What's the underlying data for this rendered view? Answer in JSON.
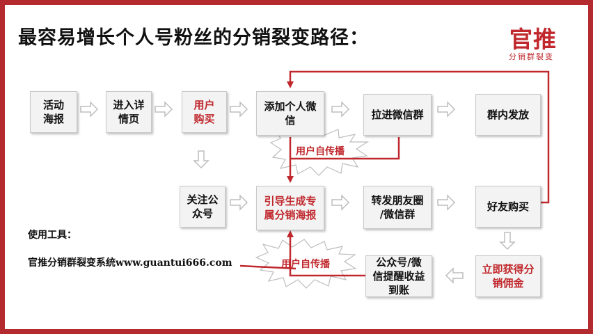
{
  "title": "最容易增长个人号粉丝的分销裂变路径：",
  "logo": {
    "main": "官推",
    "sub": "分销群裂变"
  },
  "nodes": {
    "activity_poster": [
      "活动",
      "海报"
    ],
    "detail_page": [
      "进入详",
      "情页"
    ],
    "user_purchase": [
      "用户",
      "购买"
    ],
    "add_wechat": [
      "添加个人微",
      "信"
    ],
    "join_group": [
      "拉进微信群"
    ],
    "group_distribution": [
      "群内发放"
    ],
    "follow_account": [
      "关注公",
      "众号"
    ],
    "distribution_poster": [
      "引导生成专",
      "属分销海报"
    ],
    "share_moments": [
      "转发朋友圈",
      "/微信群"
    ],
    "friend_purchase": [
      "好友购买"
    ],
    "commission": [
      "立即获得分",
      "销佣金"
    ],
    "notify_income": [
      "公众号/微",
      "信提醒收益",
      "到账"
    ]
  },
  "self_spread_label": "用户自传播",
  "tools": {
    "label": "使用工具：",
    "name": "官推分销群裂变系统",
    "url": "www.guantui666.com"
  },
  "colors": {
    "accent": "#c0282d",
    "frame": "#b32a2f",
    "box": "#f3f3f3"
  }
}
